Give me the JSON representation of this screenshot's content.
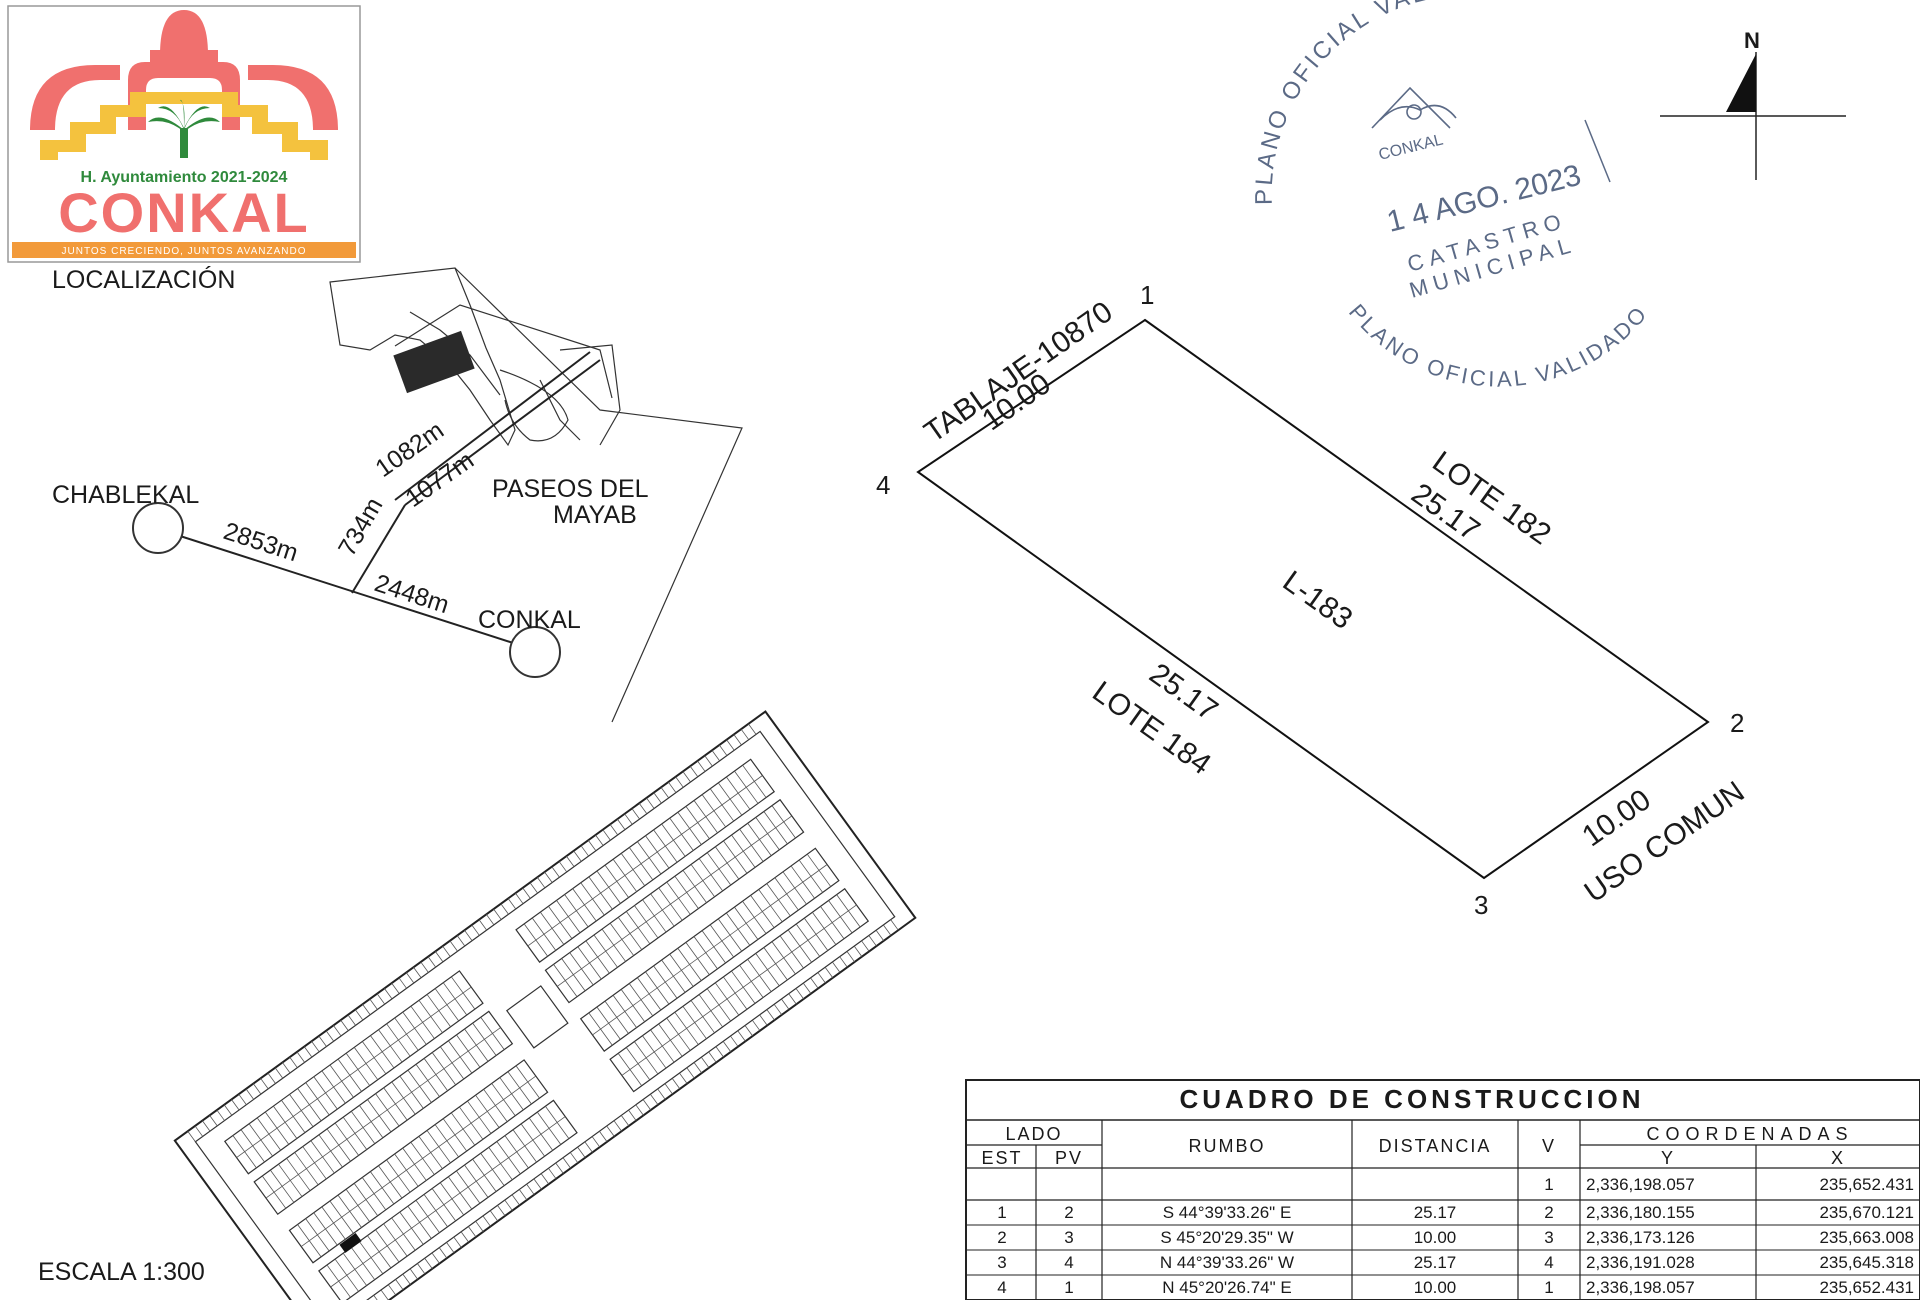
{
  "logo": {
    "council": "H. Ayuntamiento 2021-2024",
    "name": "CONKAL",
    "slogan": "JUNTOS CRECIENDO, JUNTOS AVANZANDO",
    "colors": {
      "pink": "#f0706e",
      "yellow": "#f4c23e",
      "green": "#2f8a3c",
      "orange": "#f29a3a"
    }
  },
  "localization": {
    "title": "LOCALIZACIÓN",
    "places": {
      "chablekal": "CHABLEKAL",
      "conkal": "CONKAL",
      "paseos_line1": "PASEOS DEL",
      "paseos_line2": "MAYAB"
    },
    "distances": {
      "d2853": "2853m",
      "d2448": "2448m",
      "d734": "734m",
      "d1082": "1082m",
      "d1077": "1077m"
    }
  },
  "stamp": {
    "top_arc": "PLANO OFICIAL VALIDADO",
    "bottom_arc": "PLANO OFICIAL VALIDADO",
    "badge": "CONKAL",
    "date": "1 4 AGO. 2023",
    "office_line1": "CATASTRO",
    "office_line2": "MUNICIPAL",
    "color": "#5b6a86"
  },
  "north": {
    "label": "N"
  },
  "lot": {
    "name": "L-183",
    "vertices": [
      "1",
      "2",
      "3",
      "4"
    ],
    "sides": {
      "north_neighbor": "TABLAJE-10870",
      "north_length": "10.00",
      "east_neighbor": "LOTE 182",
      "east_length": "25.17",
      "west_neighbor": "LOTE 184",
      "west_length": "25.17",
      "south_neighbor": "USO COMUN",
      "south_length": "10.00"
    }
  },
  "scale": {
    "label": "ESCALA 1:300"
  },
  "table": {
    "title": "CUADRO DE CONSTRUCCION",
    "headers": {
      "lado": "LADO",
      "est": "EST",
      "pv": "PV",
      "rumbo": "RUMBO",
      "distancia": "DISTANCIA",
      "v": "V",
      "coordenadas": "COORDENADAS",
      "y": "Y",
      "x": "X"
    },
    "first_row": {
      "v": "1",
      "y": "2,336,198.057",
      "x": "235,652.431"
    },
    "rows": [
      {
        "est": "1",
        "pv": "2",
        "rumbo": "S 44°39'33.26\" E",
        "distancia": "25.17",
        "v": "2",
        "y": "2,336,180.155",
        "x": "235,670.121"
      },
      {
        "est": "2",
        "pv": "3",
        "rumbo": "S 45°20'29.35\" W",
        "distancia": "10.00",
        "v": "3",
        "y": "2,336,173.126",
        "x": "235,663.008"
      },
      {
        "est": "3",
        "pv": "4",
        "rumbo": "N 44°39'33.26\" W",
        "distancia": "25.17",
        "v": "4",
        "y": "2,336,191.028",
        "x": "235,645.318"
      },
      {
        "est": "4",
        "pv": "1",
        "rumbo": "N 45°20'26.74\" E",
        "distancia": "10.00",
        "v": "1",
        "y": "2,336,198.057",
        "x": "235,652.431"
      }
    ]
  }
}
